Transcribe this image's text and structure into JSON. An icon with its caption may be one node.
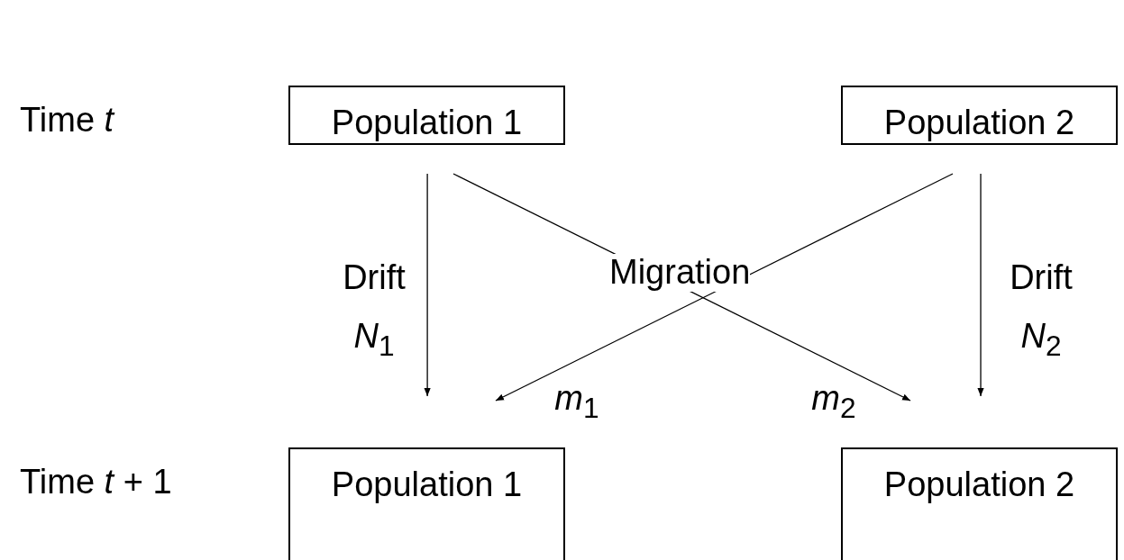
{
  "diagram": {
    "nodes": [
      {
        "text": [
          "Population 1"
        ]
      },
      {
        "text": [
          "Population 2"
        ]
      },
      {
        "text": [
          "Population 1"
        ]
      },
      {
        "text": [
          "Population 2"
        ]
      }
    ],
    "edges": [
      {
        "from": 0,
        "to": 2,
        "arrow": "to",
        "label": "Drift *N*$_{1}$"
      },
      {
        "from": 0,
        "to": 3,
        "arrow": "to",
        "label": "*m*$_{2}$"
      },
      {
        "from": 1,
        "to": 2,
        "arrow": "to",
        "label": "*m*$_{1}$"
      },
      {
        "from": 1,
        "to": 3,
        "arrow": "to",
        "label": "Drift *N*$_{2}$"
      }
    ],
    "labels": [
      "Time *t*",
      "Migration",
      "Time *t* + 1"
    ]
  }
}
